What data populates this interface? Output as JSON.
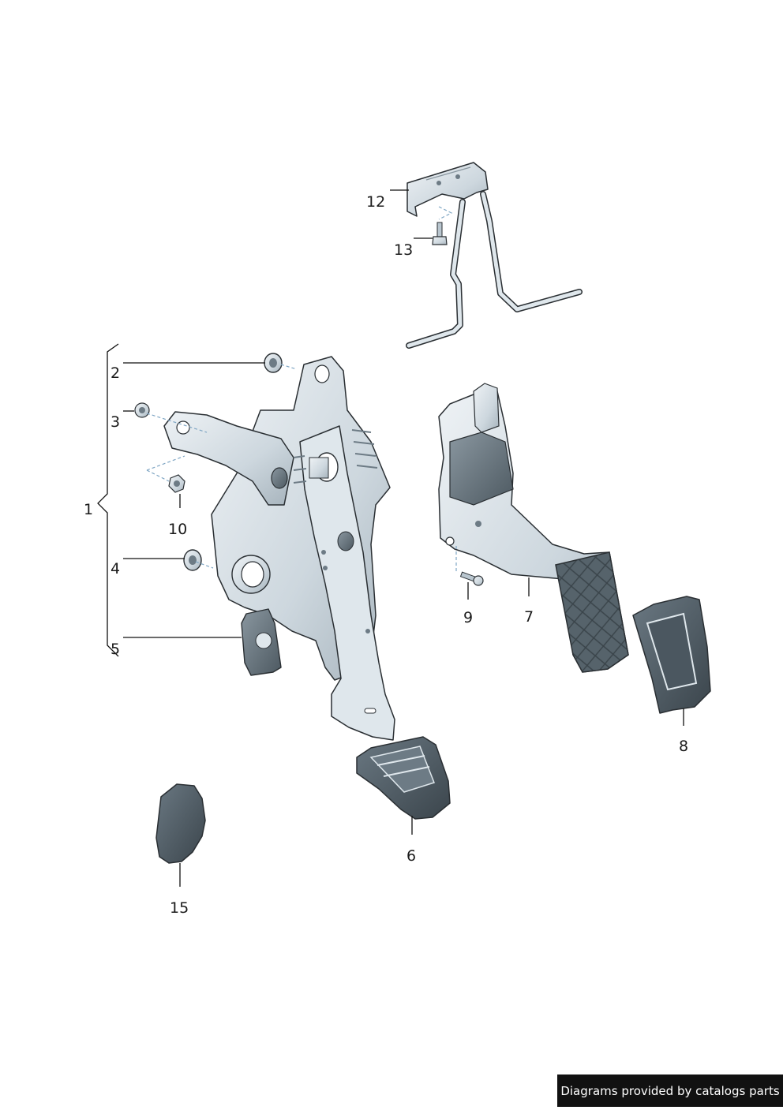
{
  "callouts": {
    "c1": "1",
    "c2": "2",
    "c3": "3",
    "c4": "4",
    "c5": "5",
    "c6": "6",
    "c7": "7",
    "c8": "8",
    "c9": "9",
    "c10": "10",
    "c12": "12",
    "c13": "13",
    "c15": "15"
  },
  "footer": {
    "credit": "Diagrams provided by catalogs parts"
  },
  "colors": {
    "part_fill_light": "#dfe7ec",
    "part_fill_mid": "#b9c6cf",
    "part_fill_dark": "#6d7b85",
    "rubber": "#4b5760",
    "outline": "#2a2f33",
    "leader": "#111111",
    "dashed_leader": "#7fa6c4"
  }
}
